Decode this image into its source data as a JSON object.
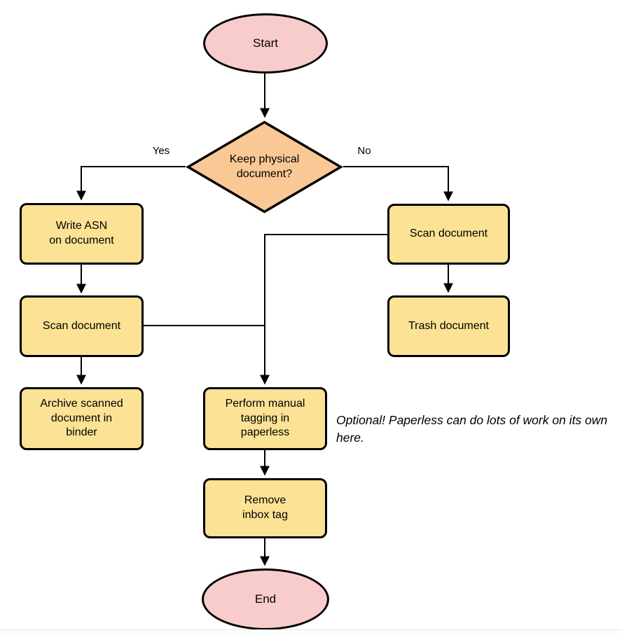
{
  "diagram": {
    "nodes": {
      "start": {
        "label": "Start",
        "type": "terminal"
      },
      "decision": {
        "label": "Keep physical\ndocument?",
        "type": "decision"
      },
      "write_asn": {
        "label": "Write ASN\non document",
        "type": "process"
      },
      "scan_left": {
        "label": "Scan document",
        "type": "process"
      },
      "archive": {
        "label": "Archive scanned\ndocument in\nbinder",
        "type": "process"
      },
      "scan_right": {
        "label": "Scan document",
        "type": "process"
      },
      "trash": {
        "label": "Trash document",
        "type": "process"
      },
      "tagging": {
        "label": "Perform manual\ntagging in\npaperless",
        "type": "process"
      },
      "remove_inbox": {
        "label": "Remove\ninbox tag",
        "type": "process"
      },
      "end": {
        "label": "End",
        "type": "terminal"
      }
    },
    "edge_labels": {
      "yes": "Yes",
      "no": "No"
    },
    "note": "Optional! Paperless can do lots of work on its own here.",
    "colors": {
      "terminal_fill": "#f8cccb",
      "decision_fill": "#f9c895",
      "process_fill": "#fbe294",
      "stroke": "#000000"
    }
  }
}
